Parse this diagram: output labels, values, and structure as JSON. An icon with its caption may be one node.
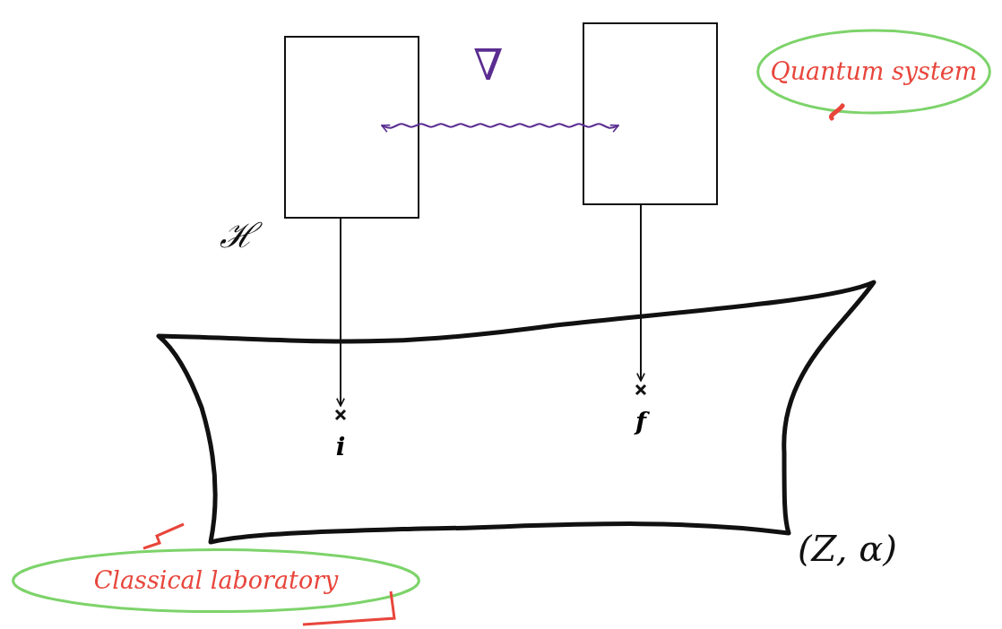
{
  "diagram": {
    "nodes": [
      {
        "text": [],
        "shape": "box"
      },
      {
        "text": [],
        "shape": "box"
      },
      {
        "text": [
          "Quantum system"
        ]
      },
      {
        "text": [],
        "shape": "blob"
      },
      {
        "text": [
          "i"
        ],
        "in": 3
      },
      {
        "text": [
          "f"
        ],
        "in": 3
      },
      {
        "text": [
          "Classical laboratory"
        ]
      }
    ],
    "edges": [
      {
        "from": 0,
        "to": 1,
        "arrow": "both",
        "color": "#5b2d91"
      },
      {
        "from": 0,
        "to": 4,
        "arrow": "to"
      },
      {
        "from": 1,
        "to": 5,
        "arrow": "to"
      }
    ],
    "labels": [
      "∇",
      "ℋ",
      "(Z, α)"
    ]
  }
}
